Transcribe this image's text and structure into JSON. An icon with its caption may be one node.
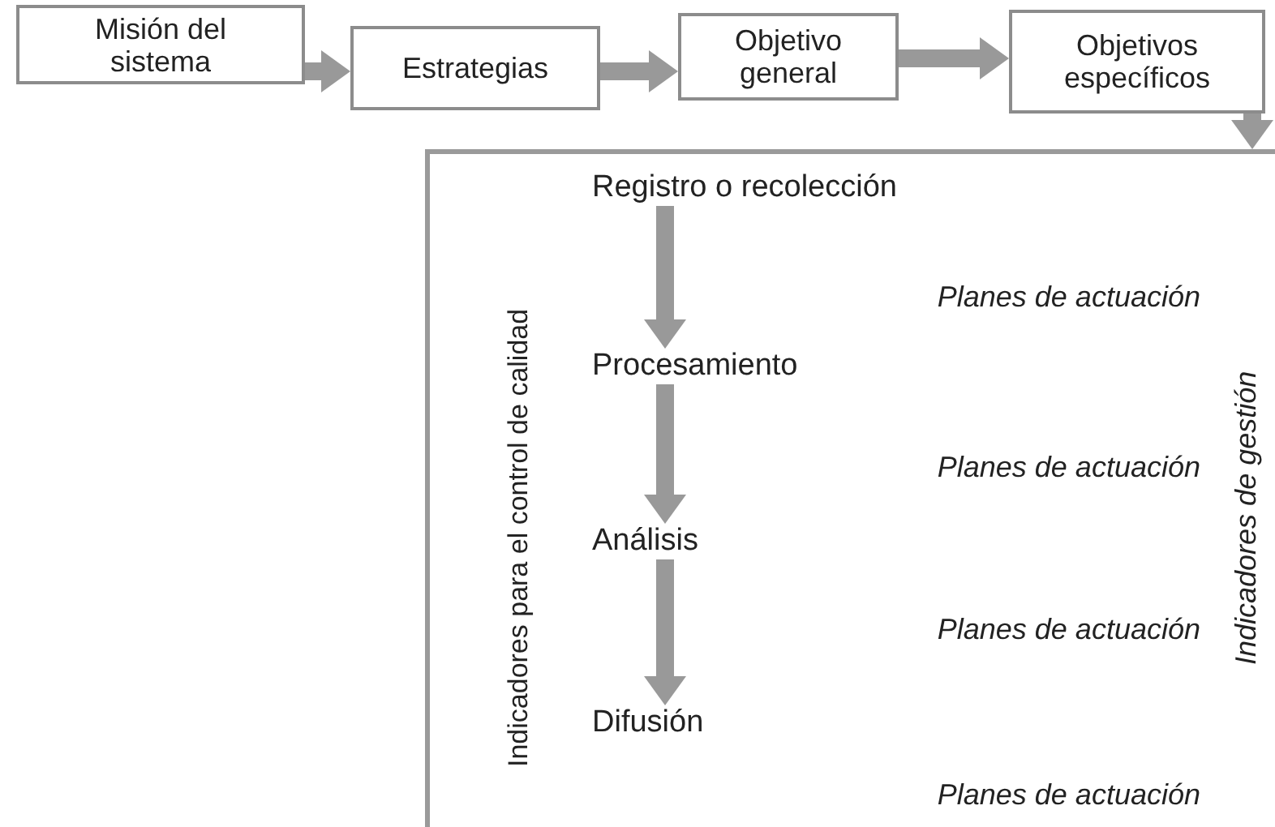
{
  "diagram": {
    "nodes": [
      {
        "text": [
          "Misión del sistema"
        ]
      },
      {
        "text": [
          "Estrategias"
        ]
      },
      {
        "text": [
          "Objetivo general"
        ]
      },
      {
        "text": [
          "Objetivos específicos"
        ]
      },
      {
        "text": [
          "Indicadores para el control de calidad"
        ]
      },
      {
        "text": [
          "Registro o recolección"
        ],
        "in": 4
      },
      {
        "text": [
          "Procesamiento"
        ],
        "in": 4
      },
      {
        "text": [
          "Análisis"
        ],
        "in": 4
      },
      {
        "text": [
          "Difusión"
        ],
        "in": 4
      }
    ],
    "edges": [
      {
        "from": 0,
        "to": 1,
        "arrow": "to"
      },
      {
        "from": 1,
        "to": 2,
        "arrow": "to"
      },
      {
        "from": 2,
        "to": 3,
        "arrow": "to"
      },
      {
        "from": 3,
        "to": 4,
        "arrow": "to"
      },
      {
        "from": 5,
        "to": 6,
        "arrow": "to"
      },
      {
        "from": 6,
        "to": 7,
        "arrow": "to"
      },
      {
        "from": 7,
        "to": 8,
        "arrow": "to"
      }
    ],
    "labels": [
      "Planes de actuación",
      "Indicadores de gestión",
      "Planes de actuación",
      "Planes de actuación",
      "Planes de actuación"
    ]
  }
}
